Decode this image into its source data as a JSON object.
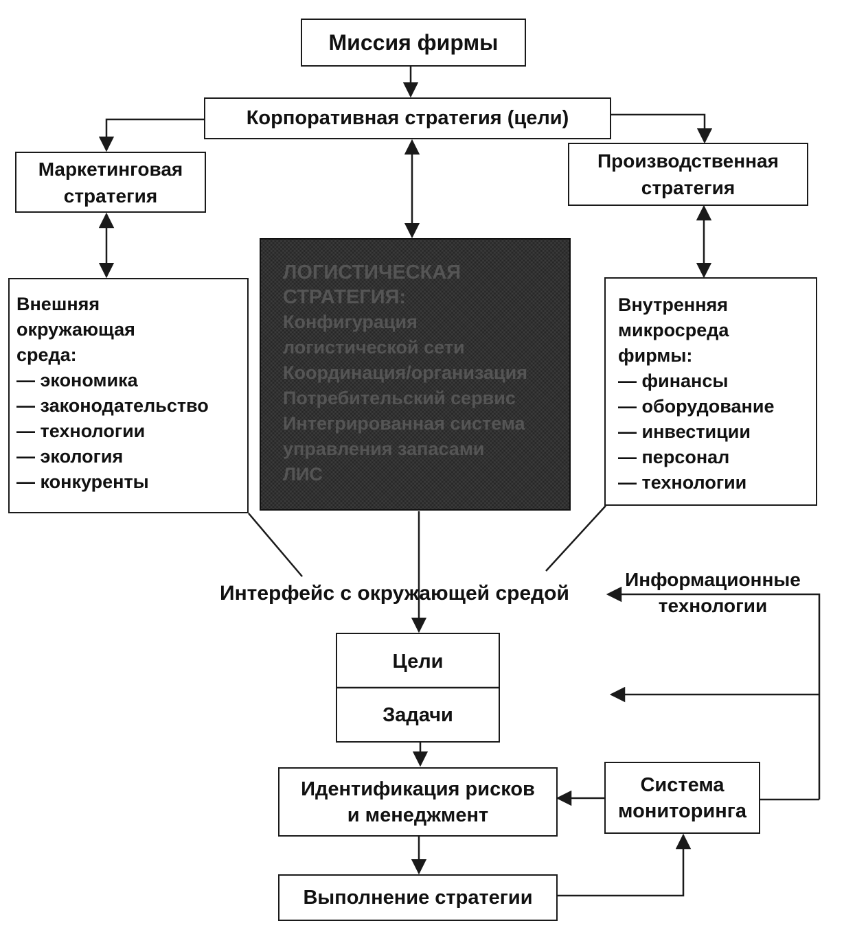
{
  "mission": "Миссия фирмы",
  "corporate_strategy": "Корпоративная стратегия (цели)",
  "marketing_strategy": [
    "Маркетинговая",
    "стратегия"
  ],
  "production_strategy": [
    "Производственная",
    "стратегия"
  ],
  "external_environment": {
    "heading": [
      "Внешняя",
      "окружающая",
      "среда:"
    ],
    "items": [
      "— экономика",
      "— законодательство",
      "— технологии",
      "— экология",
      "— конкуренты"
    ]
  },
  "internal_environment": {
    "heading": [
      "Внутренняя",
      "микросреда",
      "фирмы:"
    ],
    "items": [
      "— финансы",
      "— оборудование",
      "— инвестиции",
      "— персонал",
      "— технологии"
    ]
  },
  "logistic_strategy": {
    "title": [
      "ЛОГИСТИЧЕСКАЯ",
      "СТРАТЕГИЯ:"
    ],
    "lines": [
      "Конфигурация",
      "логистической сети",
      "Координация/организация",
      "Потребительский сервис",
      "Интегрированная система",
      "управления запасами",
      "ЛИС"
    ]
  },
  "interface": "Интерфейс с окружающей средой",
  "info_tech": [
    "Информационные",
    "технологии"
  ],
  "goals": "Цели",
  "tasks": "Задачи",
  "risk_management": [
    "Идентификация рисков",
    "и менеджмент"
  ],
  "monitoring_system": [
    "Система",
    "мониторинга"
  ],
  "strategy_execution": "Выполнение стратегии",
  "colors": {
    "ink": "#1a1a1a",
    "paper": "#ffffff",
    "shaded_block": "#262626"
  }
}
